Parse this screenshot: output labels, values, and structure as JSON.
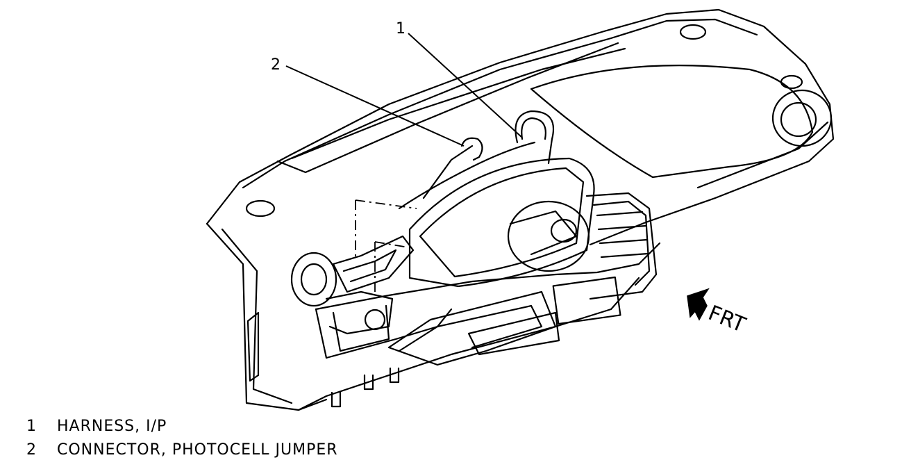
{
  "callouts": [
    {
      "number": "1",
      "part": "HARNESS, I/P"
    },
    {
      "number": "2",
      "part": "CONNECTOR, PHOTOCELL JUMPER"
    }
  ],
  "direction_label": "FRT",
  "colors": {
    "line": "#000000",
    "background": "#ffffff"
  }
}
